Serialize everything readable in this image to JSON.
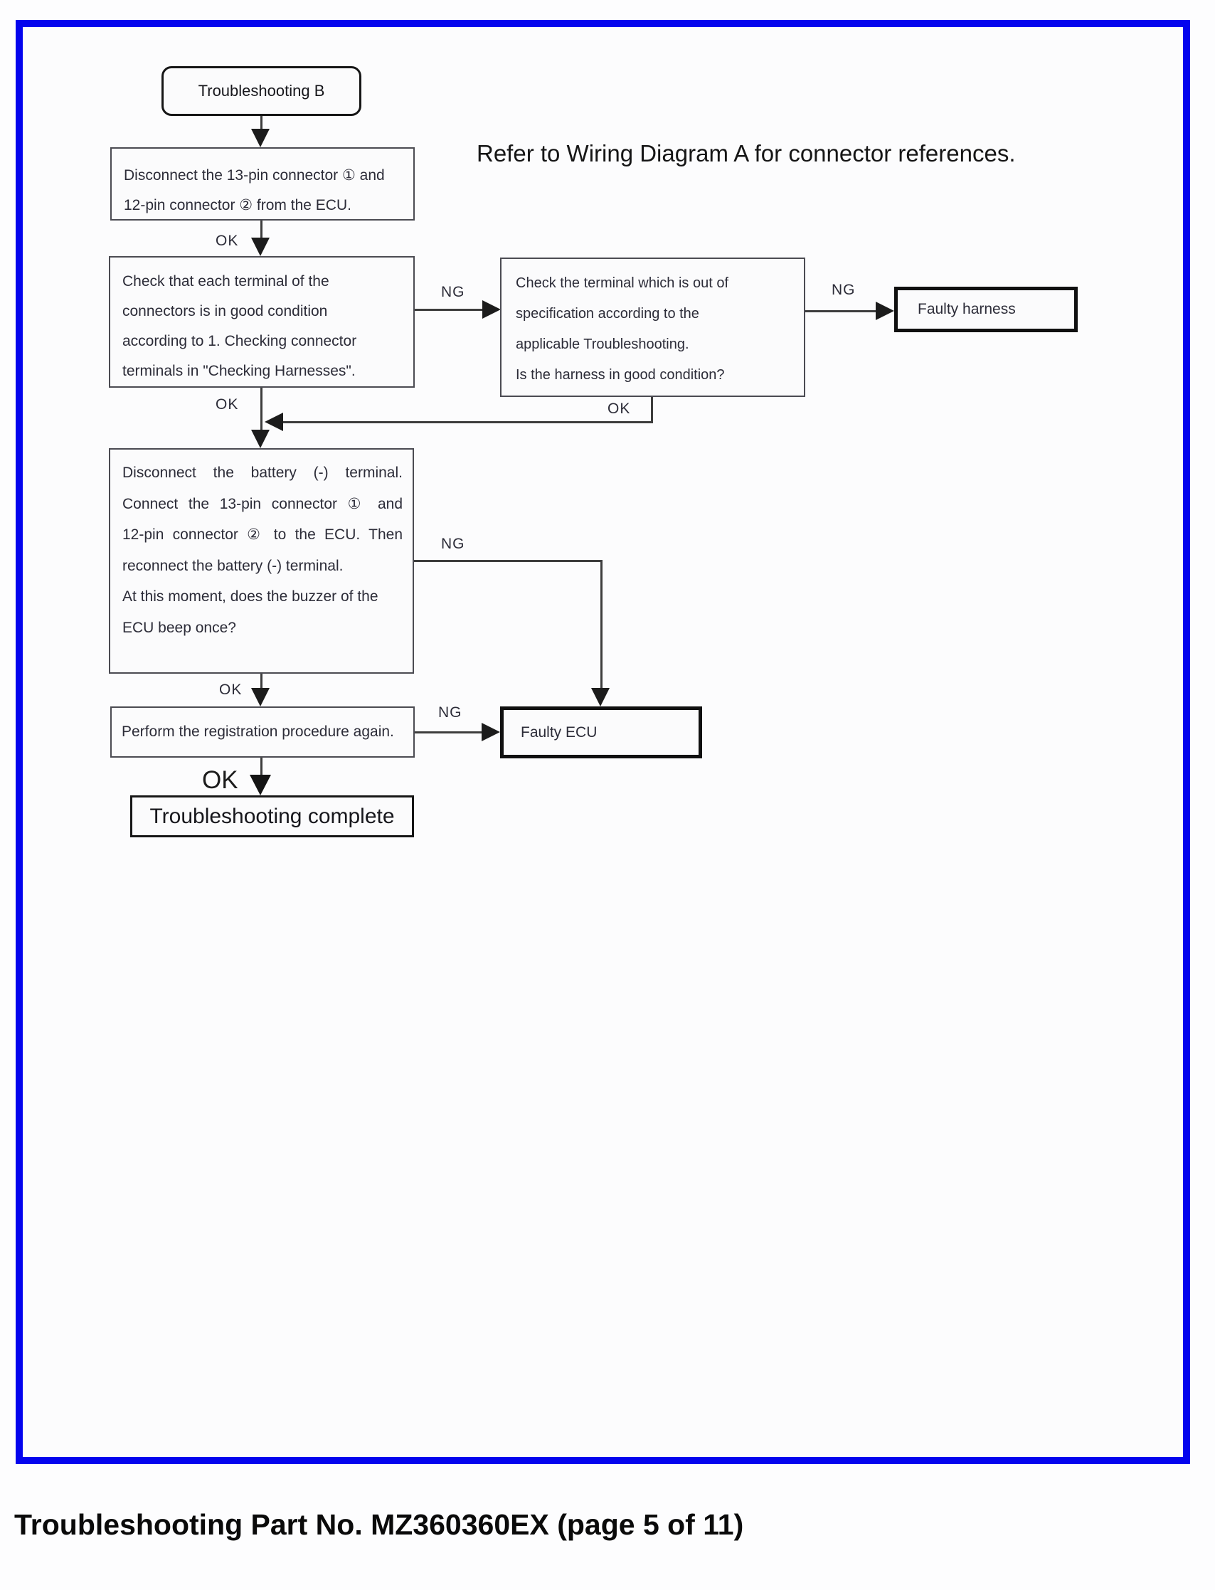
{
  "page": {
    "note": "Refer to Wiring Diagram A for connector references.",
    "caption": "Troubleshooting Part No. MZ360360EX (page 5 of 11)"
  },
  "labels": {
    "ok": "OK",
    "ng": "NG"
  },
  "colors": {
    "frame_border": "#0404ee",
    "line": "#3d3d3d",
    "text": "#2c2c38"
  },
  "flowchart": {
    "start": {
      "label": "Troubleshooting B"
    },
    "disconnect_connectors": {
      "lines": [
        "Disconnect the 13-pin connector ① and",
        "12-pin connector ② from the ECU."
      ]
    },
    "check_terminals": {
      "lines": [
        "Check that each terminal of the",
        "connectors is in good condition",
        "according to 1. Checking connector",
        "terminals in \"Checking Harnesses\"."
      ]
    },
    "check_out_of_spec": {
      "lines": [
        "Check the terminal which is out of",
        "specification according to the",
        "applicable Troubleshooting.",
        "Is the harness in good condition?"
      ]
    },
    "faulty_harness": {
      "label": "Faulty harness"
    },
    "reconnect_battery": {
      "lines": [
        "Disconnect the battery (-) terminal.",
        "Connect the 13-pin connector ① and",
        "12-pin connector ② to the ECU. Then",
        "reconnect the battery (-) terminal.",
        "At this moment, does the buzzer of the",
        "ECU beep once?"
      ]
    },
    "registration": {
      "label": "Perform the registration procedure again."
    },
    "faulty_ecu": {
      "label": "Faulty ECU"
    },
    "complete": {
      "label": "Troubleshooting complete"
    }
  }
}
